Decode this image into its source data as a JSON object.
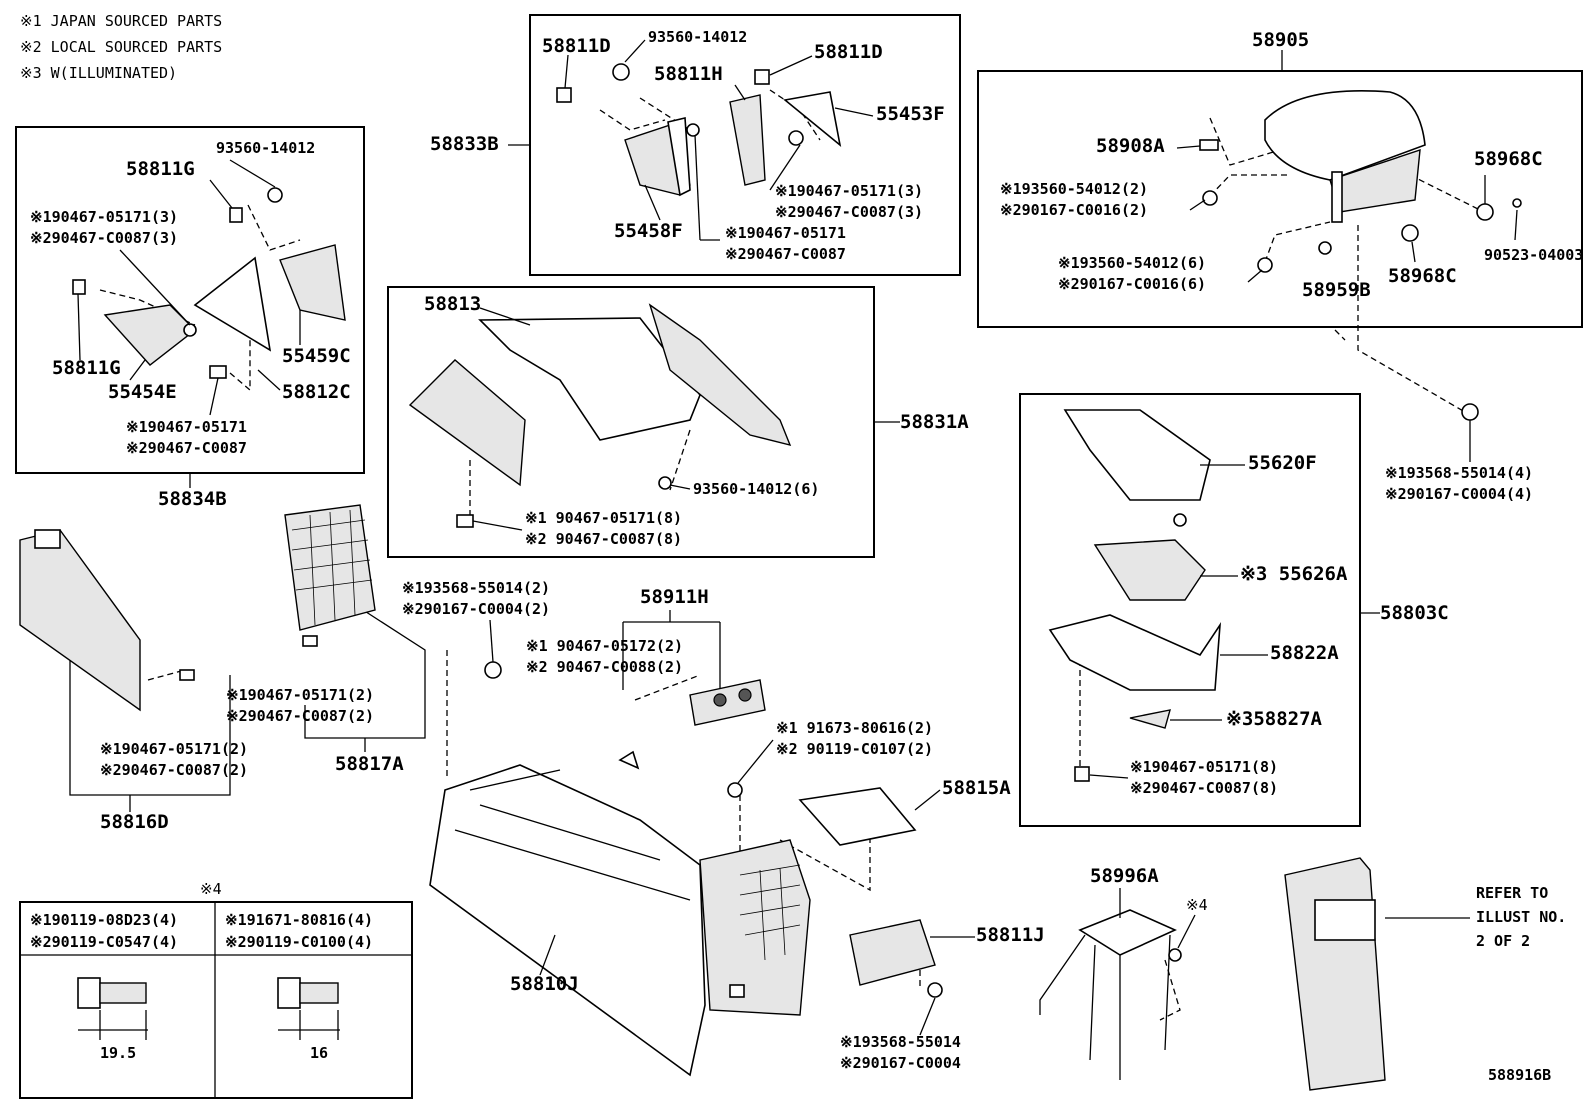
{
  "legend": {
    "items": [
      "※1  JAPAN SOURCED PARTS",
      "※2  LOCAL SOURCED PARTS",
      "※3  W(ILLUMINATED)"
    ]
  },
  "callouts": {
    "c58811D_a": "58811D",
    "c93560_14012_top": "93560-14012",
    "c58811D_b": "58811D",
    "c58811H": "58811H",
    "c55453F": "55453F",
    "c58833B": "58833B",
    "c55458F": "55458F",
    "c90467_05171_3_top": "※190467-05171(3)",
    "c90467_C0087_3_top": "※290467-C0087(3)",
    "c90467_05171_mid": "※190467-05171",
    "c90467_C0087_mid": "※290467-C0087",
    "c58905": "58905",
    "c58908A": "58908A",
    "c58968C_a": "58968C",
    "c93560_54012_2": "※193560-54012(2)",
    "c90167_C0016_2": "※290167-C0016(2)",
    "c90523_04003": "90523-04003",
    "c93560_54012_6": "※193560-54012(6)",
    "c90167_C0016_6": "※290167-C0016(6)",
    "c58959B": "58959B",
    "c58968C_b": "58968C",
    "c93560_14012_left": "93560-14012",
    "c58811G_a": "58811G",
    "c90467_05171_3_left": "※190467-05171(3)",
    "c90467_C0087_3_left": "※290467-C0087(3)",
    "c58811G_b": "58811G",
    "c55459C": "55459C",
    "c55454E": "55454E",
    "c58812C": "58812C",
    "c90467_05171_left": "※190467-05171",
    "c90467_C0087_left": "※290467-C0087",
    "c58834B": "58834B",
    "c58813": "58813",
    "c58831A": "58831A",
    "c93560_14012_6": "93560-14012(6)",
    "c90467_05171_8_mid": "※1 90467-05171(8)",
    "c90467_C0087_8_mid": "※2 90467-C0087(8)",
    "c93568_55014_4": "※193568-55014(4)",
    "c90167_C0004_4": "※290167-C0004(4)",
    "c55620F": "55620F",
    "c55626A": "※3 55626A",
    "c58803C": "58803C",
    "c58822A": "58822A",
    "c58827A": "※358827A",
    "c90467_05171_8_right": "※190467-05171(8)",
    "c90467_C0087_8_right": "※290467-C0087(8)",
    "c58815A": "58815A",
    "c93568_55014_2": "※193568-55014(2)",
    "c90167_C0004_2": "※290167-C0004(2)",
    "c58911H": "58911H",
    "c90467_05172_2": "※1  90467-05172(2)",
    "c90467_C0088_2": "※2  90467-C0088(2)",
    "c91673_80616_2": "※1  91673-80616(2)",
    "c90119_C0107_2": "※2  90119-C0107(2)",
    "c90467_05171_2_a": "※190467-05171(2)",
    "c90467_C0087_2_a": "※290467-C0087(2)",
    "c58817A": "58817A",
    "c90467_05171_2_b": "※190467-05171(2)",
    "c90467_C0087_2_b": "※290467-C0087(2)",
    "c58816D": "58816D",
    "c58810J": "58810J",
    "c58811J": "58811J",
    "c93568_55014": "※193568-55014",
    "c90167_C0004": "※290167-C0004",
    "c58996A": "58996A",
    "c4_right": "※4",
    "refer1": "REFER TO",
    "refer2": "ILLUST NO.",
    "refer3": "2 OF 2",
    "diagram_id": "588916B"
  },
  "bolt_table": {
    "heading": "※4",
    "col1_l1": "※190119-08D23(4)",
    "col1_l2": "※290119-C0547(4)",
    "col2_l1": "※191671-80816(4)",
    "col2_l2": "※290119-C0100(4)",
    "dim1": "19.5",
    "dim2": "16"
  }
}
